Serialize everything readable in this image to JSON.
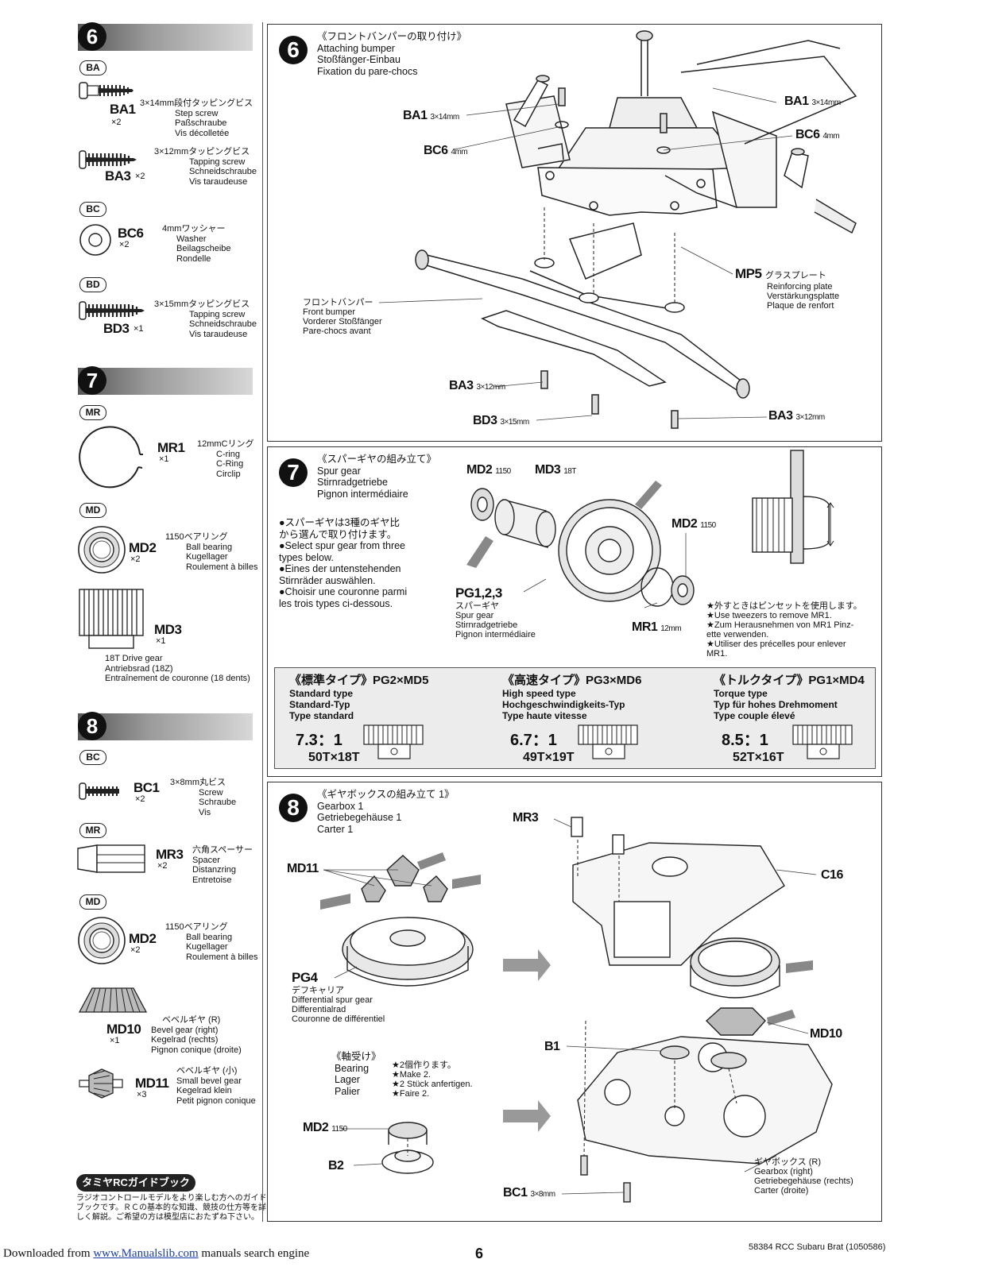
{
  "left": {
    "sec6": {
      "num": "6",
      "ba": {
        "tag": "BA",
        "items": [
          {
            "code": "BA1",
            "qty": "×2",
            "jp": "3×14mm段付タッピングビス",
            "en": "Step screw",
            "de": "Paßschraube",
            "fr": "Vis décolletée"
          },
          {
            "code": "BA3",
            "qty": "×2",
            "jp": "3×12mmタッピングビス",
            "en": "Tapping screw",
            "de": "Schneidschraube",
            "fr": "Vis taraudeuse"
          }
        ]
      },
      "bc": {
        "tag": "BC",
        "code": "BC6",
        "qty": "×2",
        "jp": "4mmワッシャー",
        "en": "Washer",
        "de": "Beilagscheibe",
        "fr": "Rondelle"
      },
      "bd": {
        "tag": "BD",
        "code": "BD3",
        "qty": "×1",
        "jp": "3×15mmタッピングビス",
        "en": "Tapping screw",
        "de": "Schneidschraube",
        "fr": "Vis taraudeuse"
      }
    },
    "sec7": {
      "num": "7",
      "mr": {
        "tag": "MR",
        "code": "MR1",
        "qty": "×1",
        "jp": "12mmCリング",
        "en": "C-ring",
        "de": "C-Ring",
        "fr": "Circlip"
      },
      "md": {
        "tag": "MD",
        "code": "MD2",
        "qty": "×2",
        "jp": "1150ベアリング",
        "en": "Ball bearing",
        "de": "Kugellager",
        "fr": "Roulement à billes"
      },
      "md3": {
        "code": "MD3",
        "qty": "×1",
        "en": "18T Drive gear",
        "de": "Antriebsrad (18Z)",
        "fr": "Entraînement de couronne (18 dents)"
      }
    },
    "sec8": {
      "num": "8",
      "bc": {
        "tag": "BC",
        "code": "BC1",
        "qty": "×2",
        "jp": "3×8mm丸ビス",
        "en": "Screw",
        "de": "Schraube",
        "fr": "Vis"
      },
      "mr": {
        "tag": "MR",
        "code": "MR3",
        "qty": "×2",
        "jp": "六角スペーサー",
        "en": "Spacer",
        "de": "Distanzring",
        "fr": "Entretoise"
      },
      "md": {
        "tag": "MD",
        "code": "MD2",
        "qty": "×2",
        "jp": "1150ベアリング",
        "en": "Ball bearing",
        "de": "Kugellager",
        "fr": "Roulement à billes"
      },
      "md10": {
        "code": "MD10",
        "qty": "×1",
        "jp": "ベベルギヤ (R)",
        "en": "Bevel gear (right)",
        "de": "Kegelrad (rechts)",
        "fr": "Pignon conique (droite)"
      },
      "md11": {
        "code": "MD11",
        "qty": "×3",
        "jp": "ベベルギヤ (小)",
        "en": "Small bevel gear",
        "de": "Kegelrad klein",
        "fr": "Petit pignon conique"
      }
    },
    "guide": {
      "title": "タミヤRCガイドブック",
      "l1": "ラジオコントロールモデルをより楽しむ方へのガイド",
      "l2": "ブックです。ＲＣの基本的な知識、競技の仕方等を詳",
      "l3": "しく解説。ご希望の方は模型店におたずね下さい。"
    }
  },
  "step6": {
    "num": "6",
    "jp": "《フロントバンパーの取り付け》",
    "en": "Attaching bumper",
    "de": "Stoßfänger-Einbau",
    "fr": "Fixation du pare-chocs",
    "labels": {
      "ba1l": "BA1",
      "ba1l_sz": "3×14mm",
      "bc6l": "BC6",
      "bc6l_sz": "4mm",
      "ba1r": "BA1",
      "ba1r_sz": "3×14mm",
      "bc6r": "BC6",
      "bc6r_sz": "4mm",
      "mp5": "MP5",
      "mp5_jp": "グラスプレート",
      "mp5_en": "Reinforcing plate",
      "mp5_de": "Verstärkungsplatte",
      "mp5_fr": "Plaque de renfort",
      "fb_jp": "フロントバンパー",
      "fb_en": "Front bumper",
      "fb_de": "Vorderer Stoßfänger",
      "fb_fr": "Pare-chocs avant",
      "ba3a": "BA3",
      "ba3a_sz": "3×12mm",
      "bd3": "BD3",
      "bd3_sz": "3×15mm",
      "ba3b": "BA3",
      "ba3b_sz": "3×12mm"
    }
  },
  "step7": {
    "num": "7",
    "jp": "《スパーギヤの組み立て》",
    "en": "Spur gear",
    "de": "Stirnradgetriebe",
    "fr": "Pignon intermédiaire",
    "notes": [
      "●スパーギヤは3種のギヤ比",
      "から選んで取り付けます。",
      "●Select spur gear from three",
      "types below.",
      "●Eines der untenstehenden",
      "Stirnräder auswählen.",
      "●Choisir une couronne parmi",
      "les trois types ci-dessous."
    ],
    "labels": {
      "md2a": "MD2",
      "md2a_sz": "1150",
      "md3": "MD3",
      "md3_sz": "18T",
      "md2b": "MD2",
      "md2b_sz": "1150",
      "pg": "PG1,2,3",
      "pg_jp": "スパーギヤ",
      "pg_en": "Spur gear",
      "pg_de": "Stirnradgetriebe",
      "pg_fr": "Pignon intermédiaire",
      "mr1": "MR1",
      "mr1_sz": "12mm"
    },
    "tweezer": [
      "★外すときはピンセットを使用します。",
      "★Use tweezers to remove MR1.",
      "★Zum Herausnehmen von MR1 Pinz-",
      "ette verwenden.",
      "★Utiliser des précelles pour enlever",
      "MR1."
    ]
  },
  "gears": [
    {
      "title": "《標準タイプ》PG2×MD5",
      "en": "Standard type",
      "de": "Standard-Typ",
      "fr": "Type standard",
      "ratio": "7.3：1",
      "teeth": "50T×18T"
    },
    {
      "title": "《高速タイプ》PG3×MD6",
      "en": "High speed type",
      "de": "Hochgeschwindigkeits-Typ",
      "fr": "Type haute vitesse",
      "ratio": "6.7：1",
      "teeth": "49T×19T"
    },
    {
      "title": "《トルクタイプ》PG1×MD4",
      "en": "Torque type",
      "de": "Typ für hohes Drehmoment",
      "fr": "Type couple élevé",
      "ratio": "8.5：1",
      "teeth": "52T×16T"
    }
  ],
  "step8": {
    "num": "8",
    "jp": "《ギヤボックスの組み立て 1》",
    "en": "Gearbox 1",
    "de": "Getriebegehäuse 1",
    "fr": "Carter 1",
    "labels": {
      "md11": "MD11",
      "pg4": "PG4",
      "pg4_jp": "デフキャリア",
      "pg4_en": "Differential spur gear",
      "pg4_de": "Differentialrad",
      "pg4_fr": "Couronne de différentiel",
      "mr3": "MR3",
      "c16": "C16",
      "md10": "MD10",
      "b1": "B1",
      "bc1": "BC1",
      "bc1_sz": "3×8mm",
      "gb_jp": "ギヤボックス (R)",
      "gb_en": "Gearbox (right)",
      "gb_de": "Getriebegehäuse (rechts)",
      "gb_fr": "Carter (droite)",
      "bear_jp": "《軸受け》",
      "bear_en": "Bearing",
      "bear_de": "Lager",
      "bear_fr": "Palier",
      "make_jp": "★2個作ります。",
      "make_en": "★Make 2.",
      "make_de": "★2 Stück anfertigen.",
      "make_fr": "★Faire 2.",
      "md2": "MD2",
      "md2_sz": "1150",
      "b2": "B2"
    }
  },
  "footer": {
    "dl": "Downloaded from",
    "site": "www.Manualslib.com",
    "tail": "manuals search engine",
    "page": "6",
    "model": "58384  RCC Subaru Brat (1050586)"
  }
}
